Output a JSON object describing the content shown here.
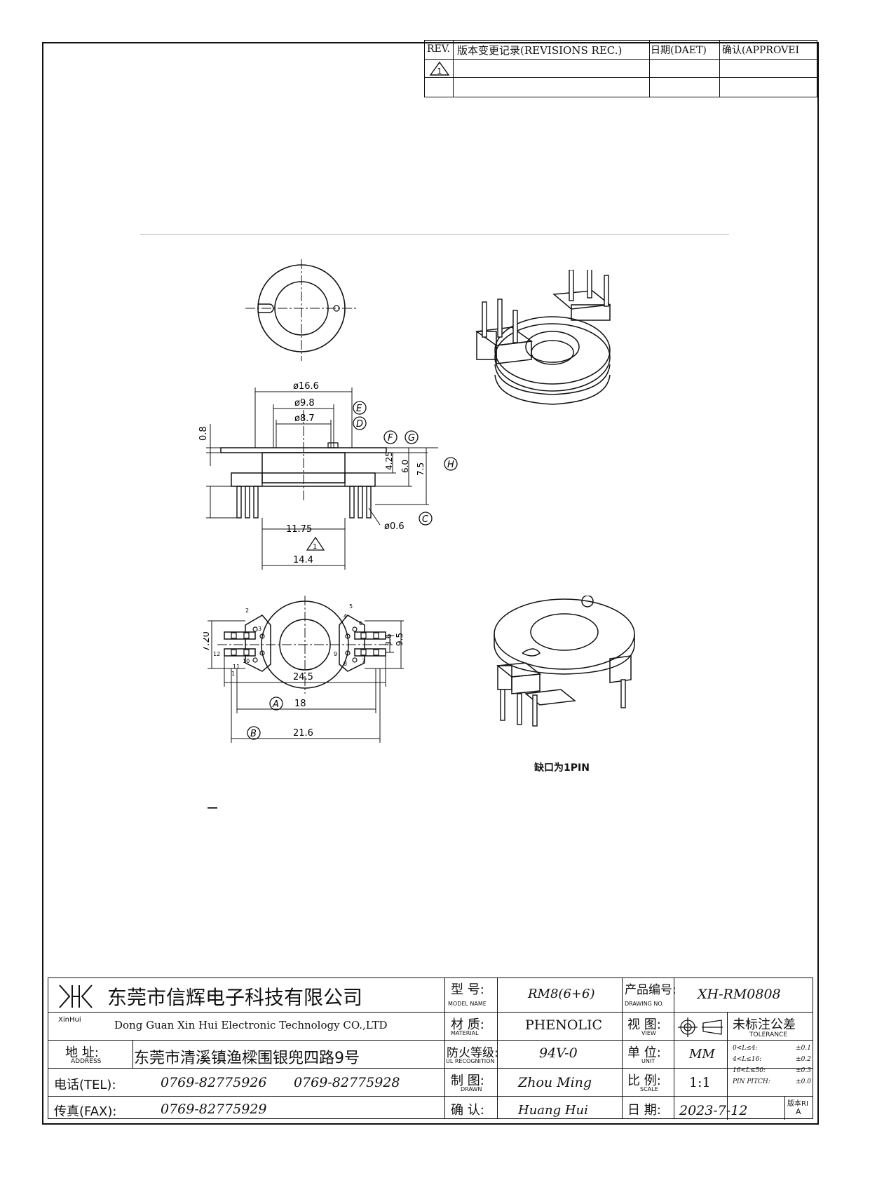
{
  "revision_block": {
    "headers": [
      "REV.",
      "版本变更记录(REVISIONS REC.)",
      "日期(DAET)",
      "确认(APPROVEI"
    ],
    "row_mark": "1"
  },
  "drawing": {
    "top_view": {},
    "front_view": {
      "dims": {
        "d_outer": "ø16.6",
        "d_mid": "ø9.8",
        "d_inner": "ø8.7",
        "flange": "0.8",
        "h1": "4.25",
        "h2": "6.0",
        "h3": "7.5",
        "pin_span_inner": "11.75",
        "pin_dia": "ø0.6",
        "overall": "14.4"
      },
      "markers": {
        "E": "E",
        "D": "D",
        "F": "F",
        "G": "G",
        "H": "H",
        "C": "C"
      },
      "rev_mark": "1"
    },
    "bottom_view": {
      "dims": {
        "left_height": "7.20",
        "right_small": "3.6",
        "right_height": "9.5",
        "width_outer": "24.5",
        "pin_span_a": "18",
        "pin_span_b": "21.6"
      },
      "markers": {
        "A": "A",
        "B": "B"
      },
      "pin_numbers": [
        "1",
        "2",
        "3",
        "4",
        "5",
        "6",
        "7",
        "8",
        "9",
        "10",
        "11",
        "12"
      ]
    },
    "caption": "缺口为1PIN"
  },
  "title_block": {
    "logo_text": "XinHui",
    "company_cn": "东莞市信辉电子科技有限公司",
    "company_en": "Dong Guan Xin Hui Electronic Technology CO.,LTD",
    "address_label_cn": "地  址:",
    "address_label_en": "ADDRESS",
    "address_value": "东莞市清溪镇渔樑围银兜四路9号",
    "tel_label": "电话(TEL):",
    "tel_value_1": "0769-82775926",
    "tel_value_2": "0769-82775928",
    "fax_label": "传真(FAX):",
    "fax_value": "0769-82775929",
    "model_label_cn": "型  号:",
    "model_label_en": "MODEL NAME",
    "model_value": "RM8(6+6)",
    "material_label_cn": "材  质:",
    "material_label_en": "MATERIAL",
    "material_value": "PHENOLIC",
    "fire_label_cn": "防火等级:",
    "fire_label_en": "UL RECOGNITION",
    "fire_value": "94V-0",
    "drawn_label_cn": "制  图:",
    "drawn_label_en": "DRAWN",
    "drawn_value": "Zhou Ming",
    "check_label_cn": "确  认:",
    "check_value": "Huang Hui",
    "part_no_label_cn": "产品编号:",
    "part_no_label_en": "DRAWING NO.",
    "part_no_value": "XH-RM0808",
    "view_label_cn": "视  图:",
    "view_label_en": "VIEW",
    "unit_label_cn": "单  位:",
    "unit_label_en": "UNIT",
    "unit_value": "MM",
    "scale_label_cn": "比  例:",
    "scale_label_en": "SCALE",
    "scale_value": "1:1",
    "date_label_cn": "日  期:",
    "date_value": "2023-7-12",
    "tolerance_title": "未标注公差",
    "tolerance_sub": "TOLERANCE",
    "tolerance_rows": [
      {
        "range": "0<L≤4:",
        "tol": "±0.1"
      },
      {
        "range": "4<L≤16:",
        "tol": "±0.2"
      },
      {
        "range": "16<L≤50:",
        "tol": "±0.3"
      },
      {
        "range": "PIN PITCH:",
        "tol": "±0.0"
      }
    ],
    "version_label": "版本RI",
    "version_value": "A"
  }
}
